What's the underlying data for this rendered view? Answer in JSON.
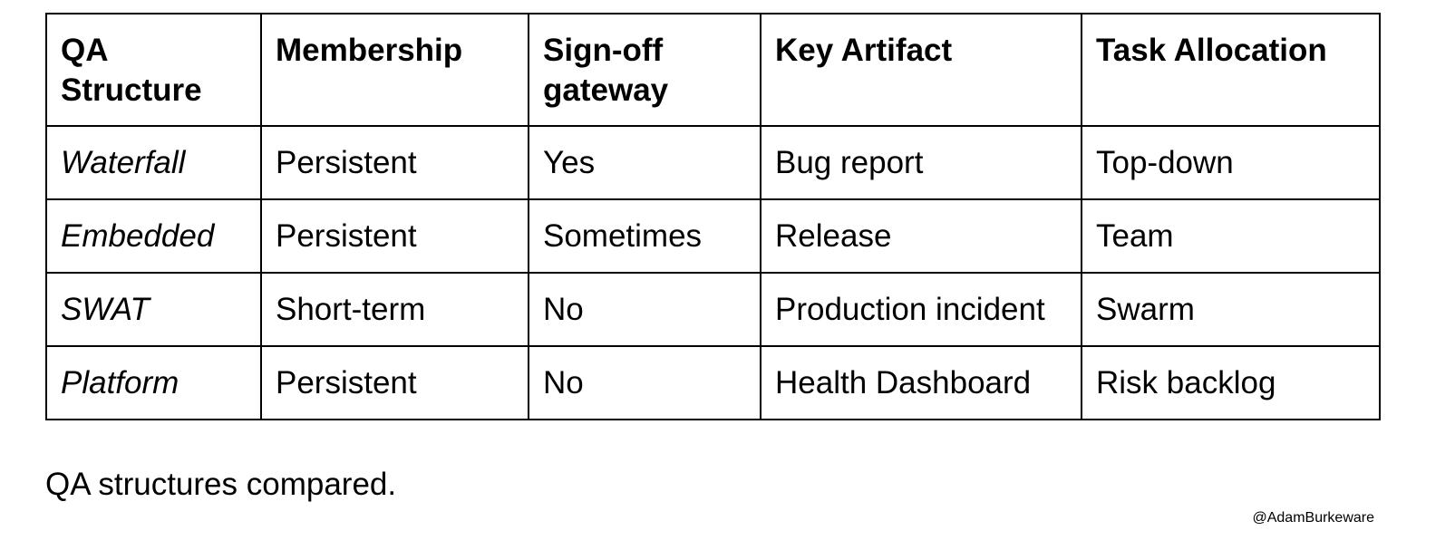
{
  "table": {
    "headers": [
      "QA Structure",
      "Membership",
      "Sign-off gateway",
      "Key Artifact",
      "Task Allocation"
    ],
    "rows": [
      [
        "Waterfall",
        "Persistent",
        "Yes",
        "Bug report",
        "Top-down"
      ],
      [
        "Embedded",
        "Persistent",
        "Sometimes",
        "Release",
        "Team"
      ],
      [
        "SWAT",
        "Short-term",
        "No",
        "Production incident",
        "Swarm"
      ],
      [
        "Platform",
        "Persistent",
        "No",
        "Health Dashboard",
        "Risk backlog"
      ]
    ]
  },
  "caption": "QA structures compared.",
  "credit": "@AdamBurkeware"
}
